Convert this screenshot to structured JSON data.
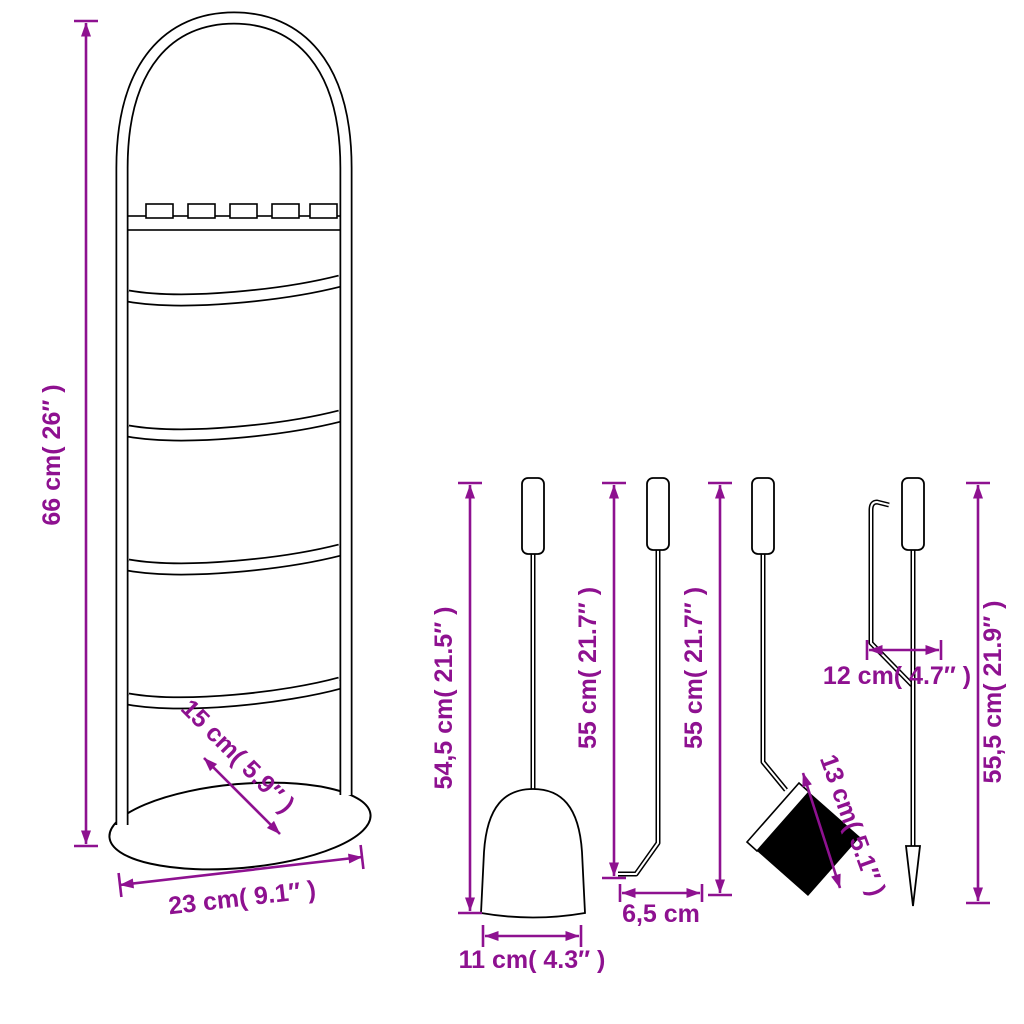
{
  "colors": {
    "accent": "#8e1190",
    "ink": "#000000",
    "paper": "#ffffff"
  },
  "diagram": {
    "stand": {
      "height": "66 cm( 26″ )",
      "depth": "15 cm( 5.9″ )",
      "width": "23 cm( 9.1″ )"
    },
    "shovel": {
      "height": "54,5 cm( 21.5″ )",
      "width": "11 cm( 4.3″ )"
    },
    "poker_hook": {
      "height": "55 cm( 21.7″ )",
      "foot_width": "6,5 cm"
    },
    "brush": {
      "height": "55 cm( 21.7″ )",
      "head_width": "13 cm( 5.1″ )"
    },
    "poker_spike": {
      "height": "55,5 cm( 21.9″ )",
      "hook_offset": "12 cm( 4.7″ )"
    }
  }
}
